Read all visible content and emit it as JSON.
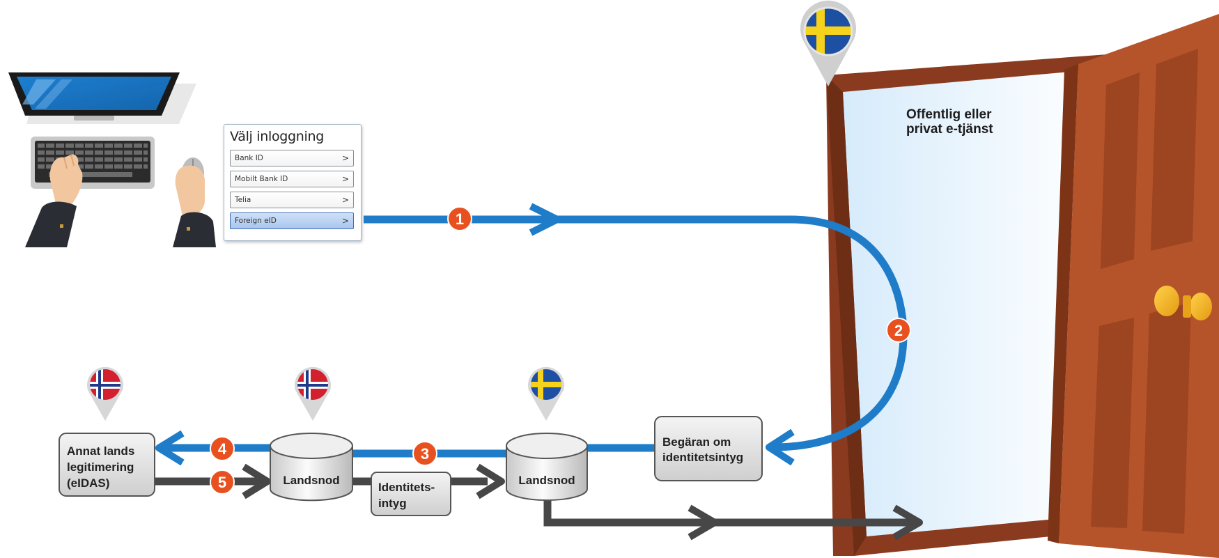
{
  "login": {
    "title": "Välj inloggning",
    "options": [
      {
        "label": "Bank ID",
        "chevron": ">"
      },
      {
        "label": "Mobilt Bank ID",
        "chevron": ">"
      },
      {
        "label": "Telia",
        "chevron": ">"
      },
      {
        "label": "Foreign eID",
        "chevron": ">",
        "selected": true
      }
    ]
  },
  "door": {
    "label_line1": "Offentlig eller",
    "label_line2": "privat e-tjänst"
  },
  "boxes": {
    "foreign_auth": [
      "Annat lands",
      "legitimering",
      "(eIDAS)"
    ],
    "request": [
      "Begäran om",
      "identitetsintyg"
    ],
    "assertion": [
      "Identitets-",
      "intyg"
    ]
  },
  "nodes": {
    "norway_node": "Landsnod",
    "sweden_node": "Landsnod"
  },
  "steps": [
    "1",
    "2",
    "3",
    "4",
    "5"
  ],
  "flags": {
    "sweden": {
      "blue": "#1d4fa2",
      "yellow": "#f7d21b"
    },
    "norway": {
      "red": "#d3202f",
      "white": "#ffffff",
      "blue": "#1f3a8a"
    }
  },
  "colors": {
    "flow_blue": "#1e7cc8",
    "flow_gray": "#474747",
    "step_badge": "#e8511f",
    "door_frame": "#8a3b1f",
    "door_panel": "#b5532a"
  }
}
